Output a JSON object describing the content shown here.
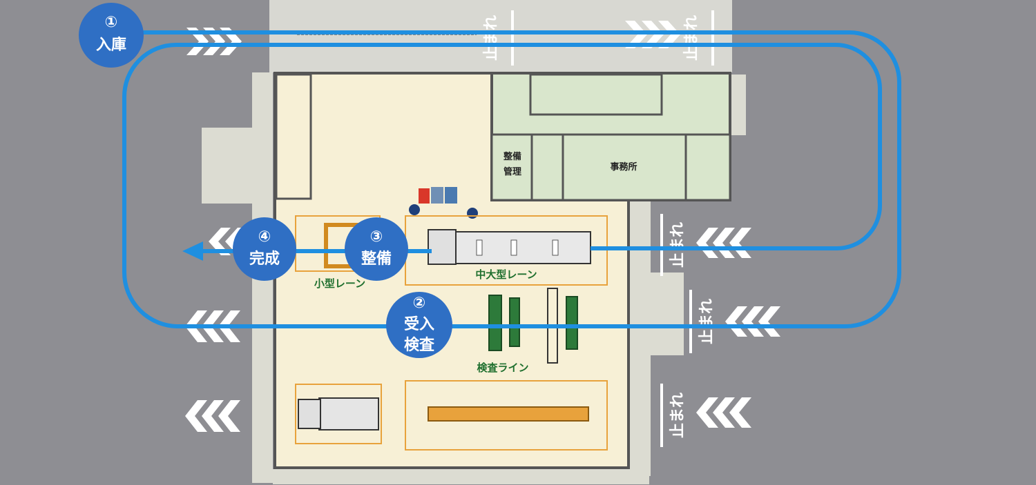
{
  "steps": [
    {
      "num": "①",
      "lines": [
        "入庫"
      ]
    },
    {
      "num": "②",
      "lines": [
        "受入",
        "検査"
      ]
    },
    {
      "num": "③",
      "lines": [
        "整備"
      ]
    },
    {
      "num": "④",
      "lines": [
        "完成"
      ]
    }
  ],
  "zones": {
    "small_lane": "小型レーン",
    "large_lane": "中大型レーン",
    "inspection_line": "検査ライン"
  },
  "rooms": {
    "office": "事務所",
    "maintenance_mgmt_1": "整備",
    "maintenance_mgmt_2": "管理"
  },
  "stop_marking": "止まれ",
  "colors": {
    "road": "#8e8e93",
    "floor": "#f7f0d6",
    "office_area": "#d9e6cc",
    "route_line": "#1f8fe0",
    "step_badge": "#2f6fc4",
    "lane_border": "#e8a23c"
  }
}
